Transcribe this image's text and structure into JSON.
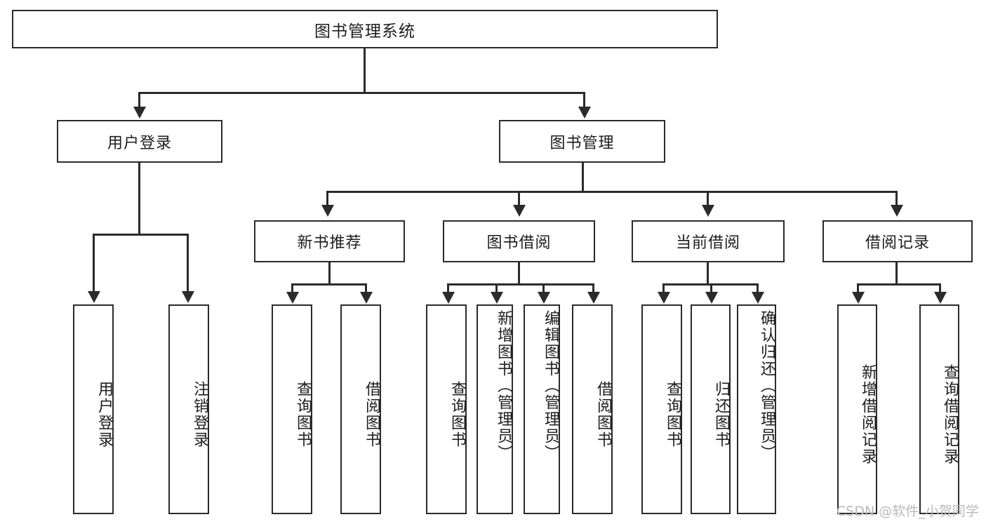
{
  "diagram": {
    "title": "图书管理系统",
    "type": "functional-structure-tree",
    "root": {
      "label": "图书管理系统"
    },
    "level1": [
      {
        "id": "user-login",
        "label": "用户登录"
      },
      {
        "id": "book-management",
        "label": "图书管理"
      }
    ],
    "level2": [
      {
        "id": "new-book-recommend",
        "label": "新书推荐",
        "parent": "book-management"
      },
      {
        "id": "book-borrow",
        "label": "图书借阅",
        "parent": "book-management"
      },
      {
        "id": "current-borrow",
        "label": "当前借阅",
        "parent": "book-management"
      },
      {
        "id": "borrow-record",
        "label": "借阅记录",
        "parent": "book-management"
      }
    ],
    "leaves": [
      {
        "id": "leaf-user-login",
        "label": "用户登录",
        "parent": "user-login"
      },
      {
        "id": "leaf-logout-login",
        "label": "注销登录",
        "parent": "user-login"
      },
      {
        "id": "leaf-query-book-1",
        "label": "查询图书",
        "parent": "new-book-recommend"
      },
      {
        "id": "leaf-borrow-book-1",
        "label": "借阅图书",
        "parent": "new-book-recommend"
      },
      {
        "id": "leaf-query-book-2",
        "label": "查询图书",
        "parent": "book-borrow"
      },
      {
        "id": "leaf-add-book",
        "label": "新增图书（管理员）",
        "parent": "book-borrow"
      },
      {
        "id": "leaf-edit-book",
        "label": "编辑图书（管理员）",
        "parent": "book-borrow"
      },
      {
        "id": "leaf-borrow-book-2",
        "label": "借阅图书",
        "parent": "book-borrow"
      },
      {
        "id": "leaf-query-book-3",
        "label": "查询图书",
        "parent": "current-borrow"
      },
      {
        "id": "leaf-return-book",
        "label": "归还图书",
        "parent": "current-borrow"
      },
      {
        "id": "leaf-confirm-return",
        "label": "确认归还（管理员）",
        "parent": "current-borrow"
      },
      {
        "id": "leaf-add-record",
        "label": "新增借阅记录",
        "parent": "borrow-record"
      },
      {
        "id": "leaf-query-record",
        "label": "查询借阅记录",
        "parent": "borrow-record"
      }
    ]
  },
  "watermark": {
    "text": "CSDN @软件_小贺同学"
  },
  "colors": {
    "stroke": "#2b2b2b",
    "background": "#ffffff",
    "text": "#1d1d1d",
    "watermark": "#b9b9b9"
  }
}
